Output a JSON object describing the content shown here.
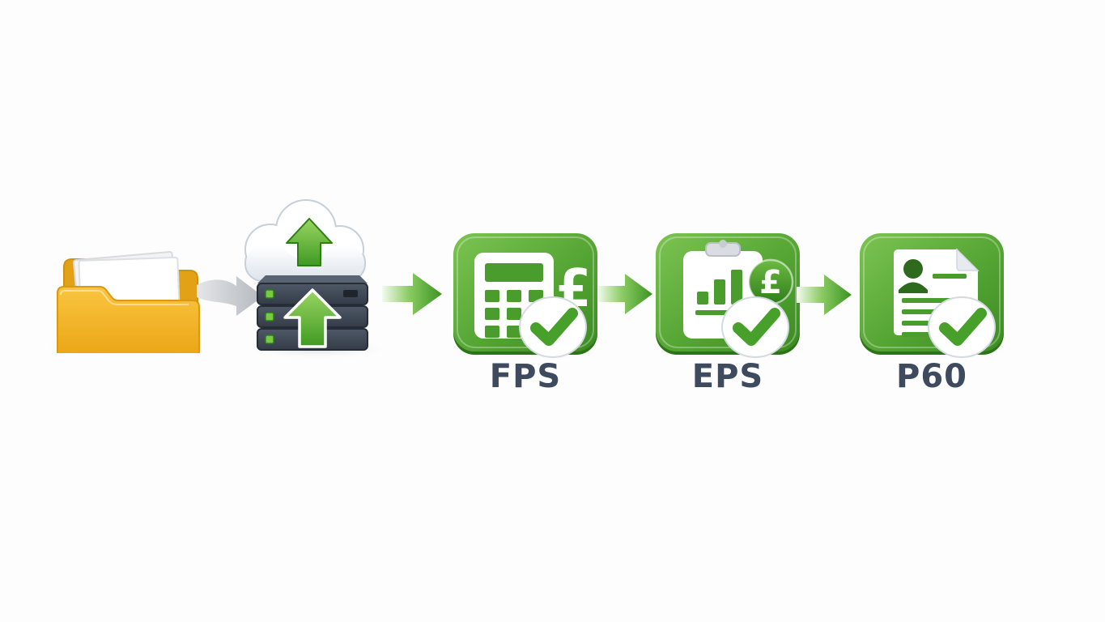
{
  "diagram": {
    "description_label": "payroll-submission-flow",
    "steps": [
      {
        "id": "payroll-folder",
        "icon": "folder-files-icon",
        "label": ""
      },
      {
        "id": "cloud-upload",
        "icon": "cloud-upload-server-icon",
        "label": ""
      },
      {
        "id": "fps",
        "icon": "calculator-pound-check-icon",
        "label": "FPS"
      },
      {
        "id": "eps",
        "icon": "clipboard-chart-pound-check-icon",
        "label": "EPS"
      },
      {
        "id": "p60",
        "icon": "document-employee-check-icon",
        "label": "P60"
      }
    ],
    "connectors": [
      {
        "from": "payroll-folder",
        "to": "cloud-upload",
        "style": "gray-curved-arrow"
      },
      {
        "from": "cloud-upload",
        "to": "fps",
        "style": "green-arrow"
      },
      {
        "from": "fps",
        "to": "eps",
        "style": "green-arrow"
      },
      {
        "from": "eps",
        "to": "p60",
        "style": "green-arrow"
      }
    ],
    "glyphs": {
      "pound_symbol": "£"
    },
    "colors": {
      "background": "#fdfdfd",
      "tile_green_light": "#79c24e",
      "tile_green_dark": "#3c8c23",
      "tile_edge_green": "#2d7417",
      "glyph_green": "#4a9c2d",
      "arrow_green": "#3a9420",
      "check_green": "#46a02a",
      "label_slate": "#3e4b5e",
      "folder_yellow_light": "#f9c53f",
      "folder_yellow_dark": "#eba416",
      "server_slate": "#404a57",
      "cloud_outline": "#c6d0da"
    }
  }
}
